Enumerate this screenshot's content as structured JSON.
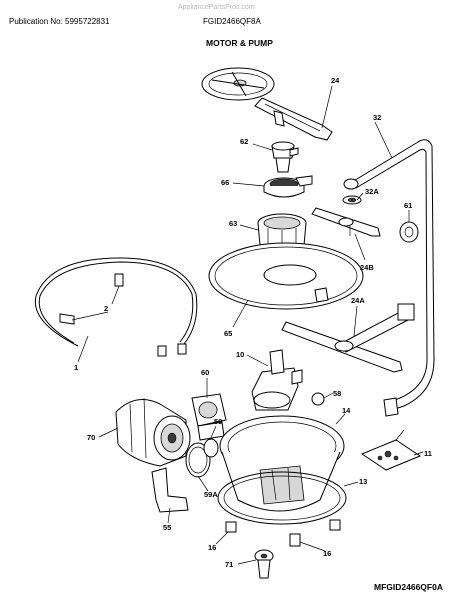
{
  "header": {
    "watermark": "AppliancePartsPros.com",
    "publication": "Publication No: 5995722831",
    "model": "FGID2466QF8A",
    "section_title": "MOTOR & PUMP",
    "footer_code": "MFGID2466QF0A"
  },
  "callouts": [
    "24",
    "62",
    "32",
    "66",
    "32A",
    "61",
    "63",
    "24B",
    "2",
    "24A",
    "65",
    "1",
    "10",
    "60",
    "58",
    "14",
    "70",
    "59",
    "11",
    "13",
    "59A",
    "55",
    "16",
    "16",
    "71"
  ]
}
